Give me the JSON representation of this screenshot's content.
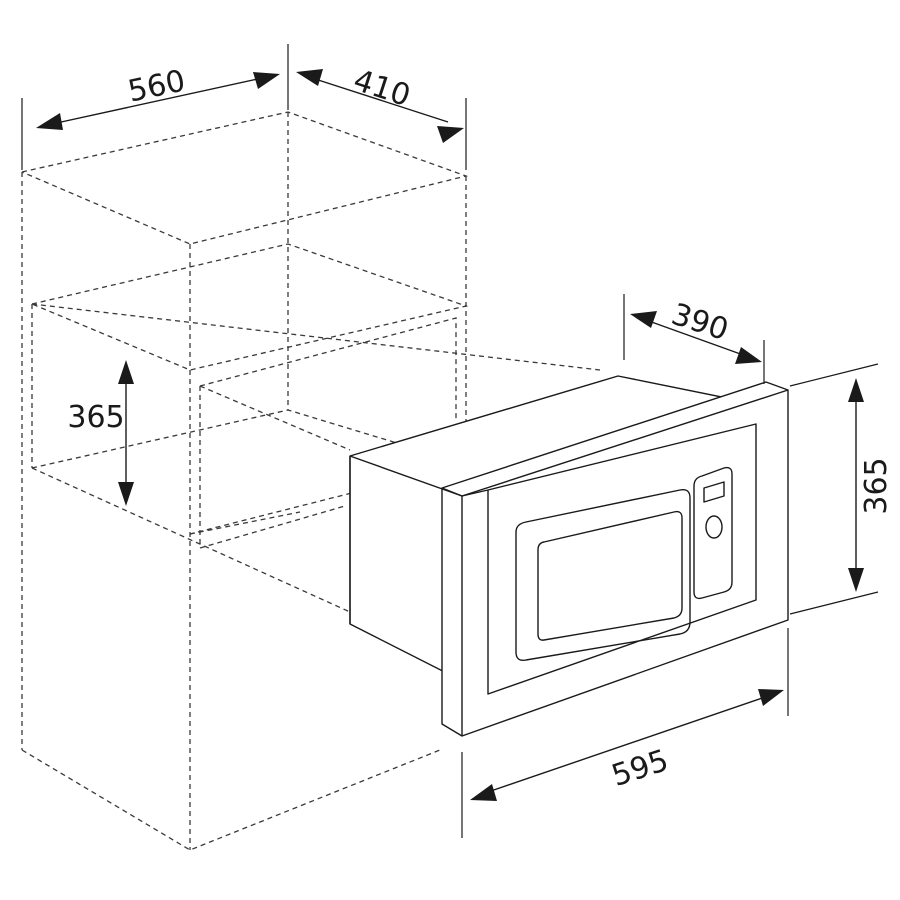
{
  "dimensions": {
    "niche_width": "560",
    "niche_depth": "410",
    "niche_height": "365",
    "appliance_depth": "390",
    "frame_height": "365",
    "frame_width": "595"
  }
}
